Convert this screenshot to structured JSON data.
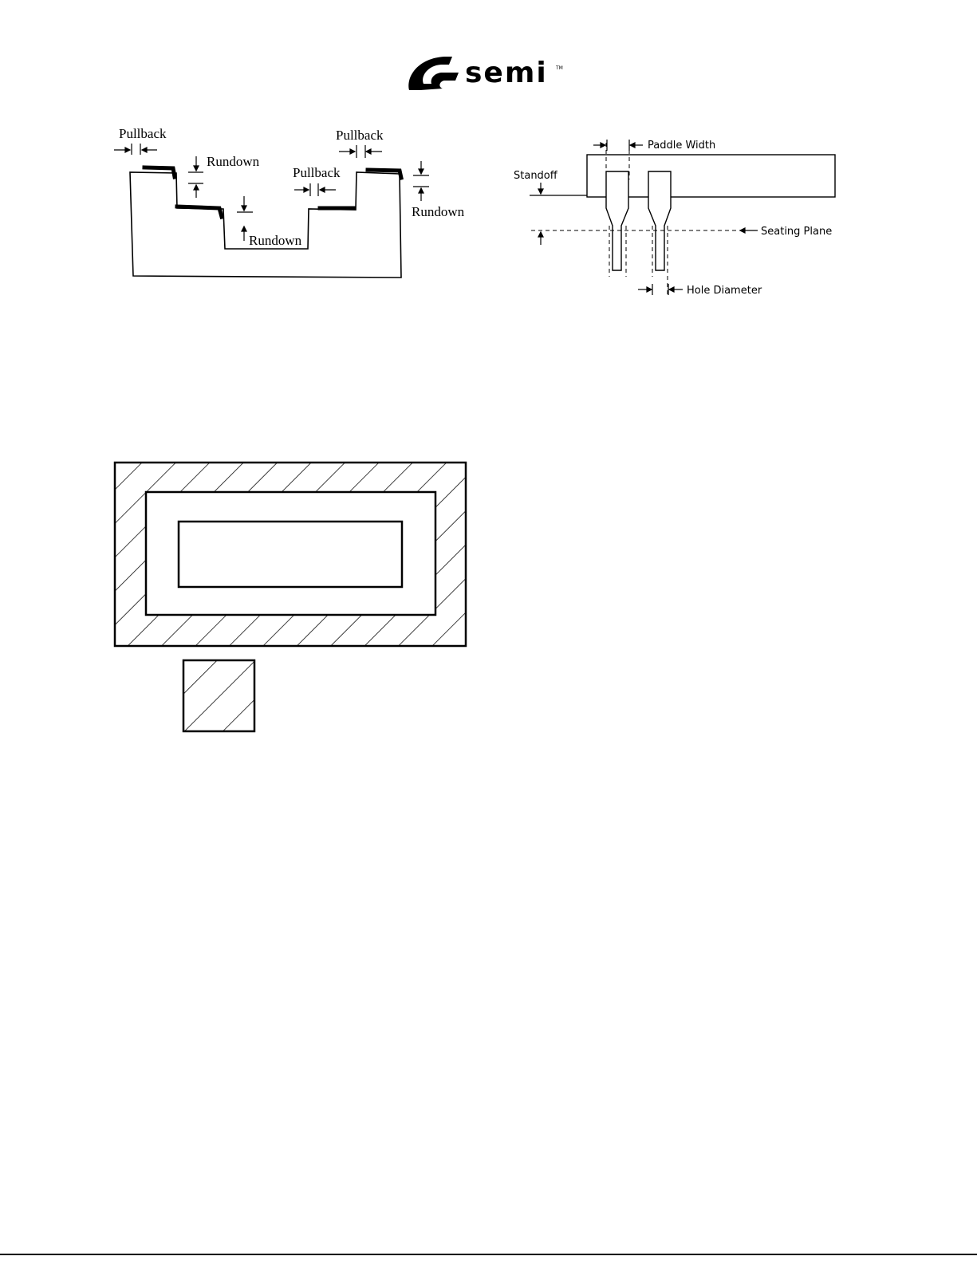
{
  "header": {
    "logo_word": "semi",
    "logo_tm": "TM"
  },
  "fig_plating": {
    "labels": {
      "pullback_left": "Pullback",
      "pullback_right_top": "Pullback",
      "pullback_right_mid": "Pullback",
      "rundown_upper": "Rundown",
      "rundown_center": "Rundown",
      "rundown_right": "Rundown"
    }
  },
  "fig_standoff": {
    "labels": {
      "paddle_width": "Paddle Width",
      "standoff": "Standoff",
      "seating_plane": "Seating Plane",
      "hole_diameter": "Hole Diameter"
    }
  },
  "fig_hatched": {},
  "colors": {
    "ink": "#000000",
    "paper": "#ffffff"
  }
}
